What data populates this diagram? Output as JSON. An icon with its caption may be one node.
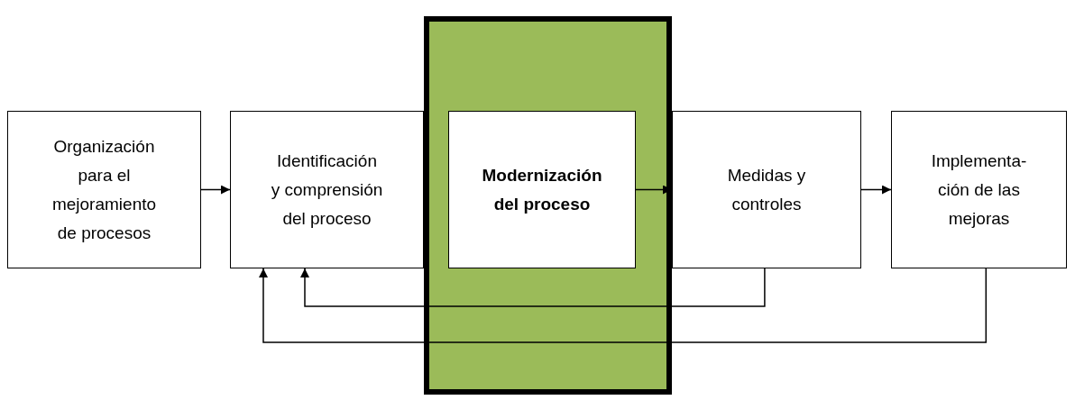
{
  "diagram": {
    "nodes": [
      {
        "text": [
          "Organización para el mejoramiento de procesos"
        ]
      },
      {
        "text": [
          "Identificación y comprensión del proceso"
        ]
      },
      {
        "text": [],
        "shape": "box"
      },
      {
        "text": [
          "Modernización del proceso"
        ],
        "in": 2
      },
      {
        "text": [
          "Medidas y controles"
        ]
      },
      {
        "text": [
          "Implementa- ción de las mejoras"
        ]
      }
    ],
    "edges": [
      {
        "from": 0,
        "to": 1,
        "arrow": "to"
      },
      {
        "from": 3,
        "to": 4,
        "arrow": "to"
      },
      {
        "from": 4,
        "to": 5,
        "arrow": "to"
      },
      {
        "from": 4,
        "to": 1,
        "arrow": "to"
      },
      {
        "from": 5,
        "to": 1,
        "arrow": "to"
      }
    ]
  }
}
